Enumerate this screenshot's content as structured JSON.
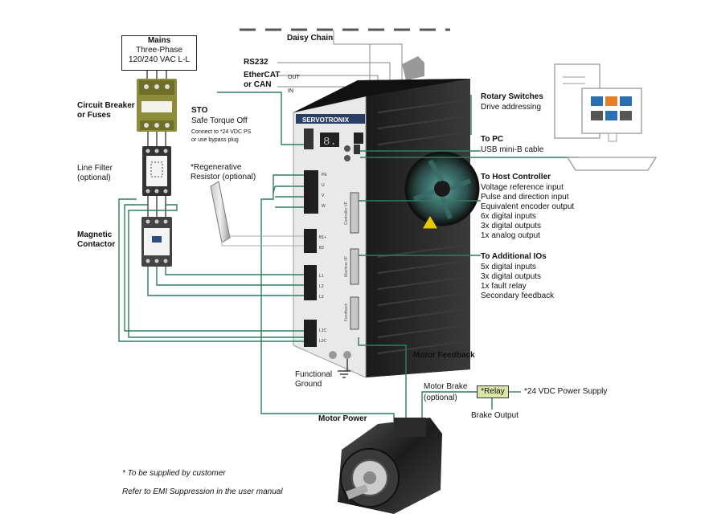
{
  "mains": {
    "title": "Mains",
    "line1": "Three-Phase",
    "line2": "120/240 VAC L-L"
  },
  "daisy_chain": "Daisy Chain",
  "rs232": "RS232",
  "ethercat": {
    "line1": "EtherCAT",
    "line2": "or CAN",
    "out": "OUT",
    "in": "IN"
  },
  "sto": {
    "title": "STO",
    "subtitle": "Safe Torque Off",
    "note1": "Connect to *24 VDC PS",
    "note2": "or use bypass plug"
  },
  "circuit_breaker": {
    "line1": "Circuit Breaker",
    "line2": "or Fuses"
  },
  "line_filter": {
    "line1": "Line Filter",
    "line2": "(optional)"
  },
  "regen_resistor": {
    "line1": "*Regenerative",
    "line2": "Resistor (optional)"
  },
  "magnetic_contactor": {
    "line1": "Magnetic",
    "line2": "Contactor"
  },
  "rotary_switches": {
    "title": "Rotary Switches",
    "desc": "Drive addressing"
  },
  "to_pc": {
    "title": "To PC",
    "desc": "USB mini-B cable"
  },
  "host_controller": {
    "title": "To Host Controller",
    "items": [
      "Voltage reference input",
      "Pulse and direction input",
      "Equivalent encoder output",
      "6x digital inputs",
      "3x digital outputs",
      "1x analog output"
    ]
  },
  "additional_ios": {
    "title": "To Additional IOs",
    "items": [
      "5x digital inputs",
      "3x digital outputs",
      "1x fault relay",
      "Secondary feedback"
    ]
  },
  "motor_feedback": "Motor Feedback",
  "motor_brake": {
    "line1": "Motor Brake",
    "line2": "(optional)"
  },
  "relay": "*Relay",
  "vdc_supply": "*24 VDC Power Supply",
  "brake_output": "Brake Output",
  "functional_ground": {
    "line1": "Functional",
    "line2": "Ground"
  },
  "motor_power": "Motor Power",
  "footnote1": "* To be supplied by customer",
  "footnote2": "Refer to EMI Suppression in the user manual",
  "drive": {
    "brand": "SERVOTRONIX",
    "terminals": [
      "PE",
      "U",
      "V",
      "W",
      "B1+",
      "B2",
      "L1",
      "L2",
      "L3",
      "L1C",
      "L2C"
    ],
    "vertical_labels": [
      "Controller I/F",
      "Machine I/F",
      "Feedback"
    ]
  },
  "colors": {
    "wire": "#2e7d5b",
    "gray_wire": "#9aa2aa",
    "relay_fill": "#d9e6a8",
    "breaker": "#8c8c3a"
  }
}
